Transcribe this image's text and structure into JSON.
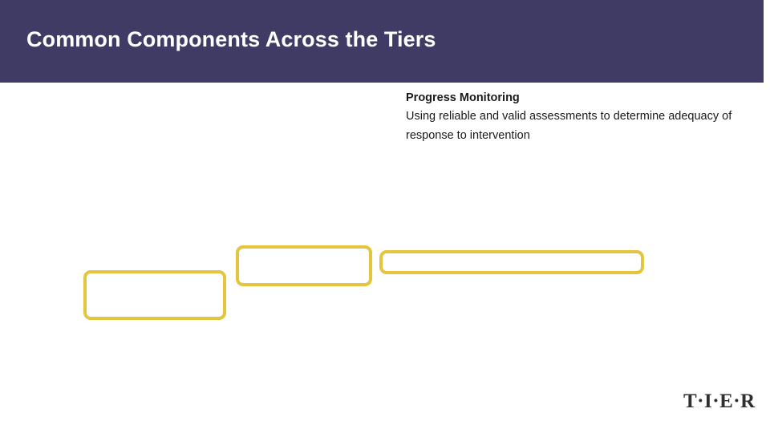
{
  "slide": {
    "title": "Common Components Across the Tiers",
    "banner_color": "#3f3b65",
    "background_color": "#ffffff"
  },
  "callout": {
    "heading": "Progress Monitoring",
    "body": "Using reliable and valid assessments to determine adequacy of response to intervention"
  },
  "shapes": {
    "outline_color": "#e3c53f",
    "boxes": [
      {
        "name": "tier-box-left"
      },
      {
        "name": "tier-box-middle"
      },
      {
        "name": "tier-box-right"
      }
    ]
  },
  "footer": {
    "logo_text": "T·I·E·R"
  }
}
